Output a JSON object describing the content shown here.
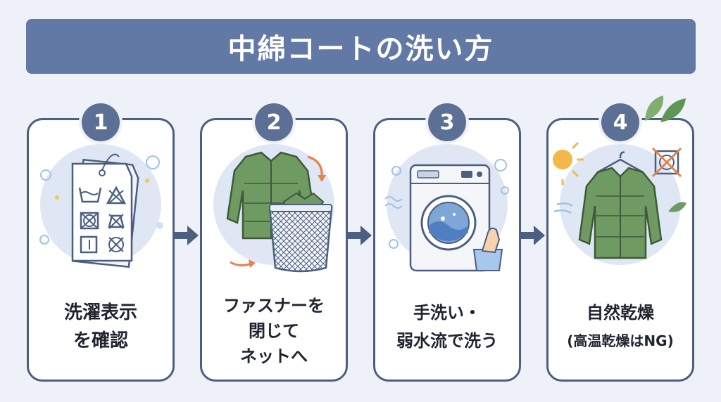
{
  "title": "中綿コートの洗い方",
  "steps": [
    {
      "number": "1",
      "lines": [
        "洗濯表示",
        "を確認"
      ]
    },
    {
      "number": "2",
      "lines": [
        "ファスナーを",
        "閉じて",
        "ネットへ"
      ]
    },
    {
      "number": "3",
      "lines": [
        "手洗い・",
        "弱水流で洗う"
      ]
    },
    {
      "number": "4",
      "lines": [
        "自然乾燥",
        "(高温乾燥はNG)"
      ]
    }
  ],
  "colors": {
    "banner": "#6279a6",
    "card_border": "#4c5f80",
    "badge": "#5c6f94",
    "jacket_green": "#6f9a62",
    "accent_orange": "#e8804a"
  },
  "icons": [
    "care-label-tag-icon",
    "jacket-in-net-icon",
    "washing-machine-icon",
    "drying-jacket-icon",
    "arrow-right-icon"
  ]
}
